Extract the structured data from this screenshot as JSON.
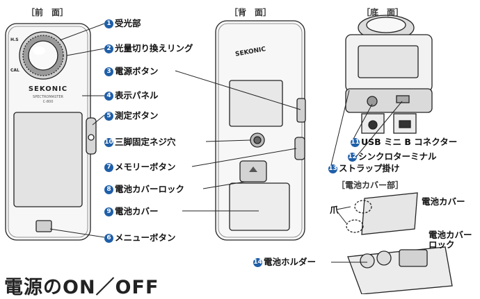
{
  "views": {
    "front": "［前　面］",
    "back": "［背　面］",
    "bottom": "［底　面］",
    "battery_section": "［電池カバー部］"
  },
  "device": {
    "brand": "SEKONIC",
    "model": "SPECTROMASTER",
    "model_sub": "C-800",
    "side_marks": [
      "H.S",
      "CAL"
    ]
  },
  "labels": [
    {
      "num": "1",
      "text": "受光部"
    },
    {
      "num": "2",
      "text": "光量切り換えリング"
    },
    {
      "num": "3",
      "text": "電源ボタン"
    },
    {
      "num": "4",
      "text": "表示パネル"
    },
    {
      "num": "5",
      "text": "測定ボタン"
    },
    {
      "num": "6",
      "text": "メニューボタン"
    },
    {
      "num": "7",
      "text": "メモリーボタン"
    },
    {
      "num": "8",
      "text": "電池カバーロック"
    },
    {
      "num": "9",
      "text": "電池カバー"
    },
    {
      "num": "10",
      "text": "三脚固定ネジ穴"
    },
    {
      "num": "11",
      "text": "USB ミニ B コネクター"
    },
    {
      "num": "12",
      "text": "シンクロターミナル"
    },
    {
      "num": "13",
      "text": "ストラップ掛け"
    },
    {
      "num": "14",
      "text": "電池ホルダー"
    }
  ],
  "battery_labels": {
    "claw": "爪",
    "cover": "電池カバー",
    "cover_lock": "電池カバー\nロック"
  },
  "section_heading": "電源のON／OFF",
  "colors": {
    "badge": "#1f5fa8",
    "outline": "#222222",
    "panel": "#e6e6e6"
  }
}
